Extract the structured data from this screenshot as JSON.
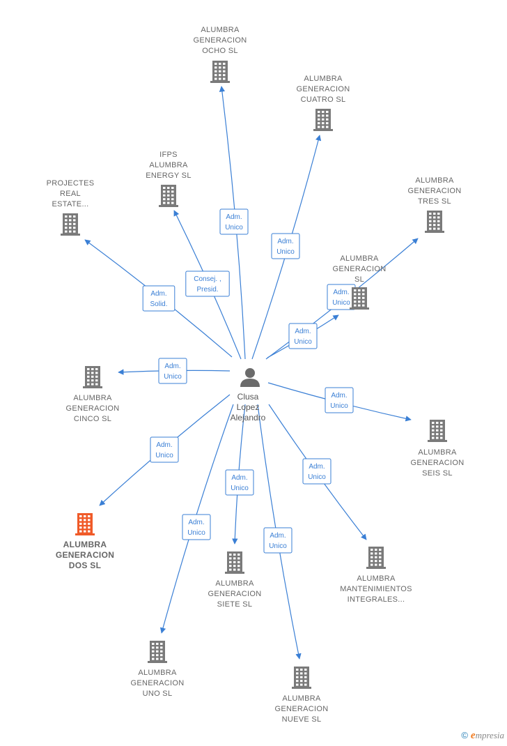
{
  "center": {
    "name_lines": [
      "Clusa",
      "Lopez",
      "Alejandro"
    ]
  },
  "nodes": [
    {
      "id": "ocho",
      "lines": [
        "ALUMBRA",
        "GENERACION",
        "OCHO  SL"
      ],
      "highlight": false,
      "role_lines": [
        "Adm.",
        "Unico"
      ]
    },
    {
      "id": "cuatro",
      "lines": [
        "ALUMBRA",
        "GENERACION",
        "CUATRO  SL"
      ],
      "highlight": false,
      "role_lines": [
        "Adm.",
        "Unico"
      ]
    },
    {
      "id": "ifps",
      "lines": [
        "IFPS",
        "ALUMBRA",
        "ENERGY  SL"
      ],
      "highlight": false,
      "role_lines": [
        "Consej. ,",
        "Presid."
      ]
    },
    {
      "id": "projectes",
      "lines": [
        "PROJECTES",
        "REAL",
        "ESTATE..."
      ],
      "highlight": false,
      "role_lines": [
        "Adm.",
        "Solid."
      ]
    },
    {
      "id": "tres",
      "lines": [
        "ALUMBRA",
        "GENERACION",
        "TRES  SL"
      ],
      "highlight": false,
      "role_lines": [
        "Adm.",
        "Unico"
      ]
    },
    {
      "id": "sl",
      "lines": [
        "ALUMBRA",
        "GENERACION",
        "SL"
      ],
      "highlight": false,
      "role_lines": [
        "Adm.",
        "Unico"
      ]
    },
    {
      "id": "cinco",
      "lines": [
        "ALUMBRA",
        "GENERACION",
        "CINCO  SL"
      ],
      "highlight": false,
      "role_lines": [
        "Adm.",
        "Unico"
      ]
    },
    {
      "id": "seis",
      "lines": [
        "ALUMBRA",
        "GENERACION",
        "SEIS  SL"
      ],
      "highlight": false,
      "role_lines": [
        "Adm.",
        "Unico"
      ]
    },
    {
      "id": "dos",
      "lines": [
        "ALUMBRA",
        "GENERACION",
        "DOS  SL"
      ],
      "highlight": true,
      "role_lines": [
        "Adm.",
        "Unico"
      ]
    },
    {
      "id": "siete",
      "lines": [
        "ALUMBRA",
        "GENERACION",
        "SIETE  SL"
      ],
      "highlight": false,
      "role_lines": [
        "Adm.",
        "Unico"
      ]
    },
    {
      "id": "mantenimientos",
      "lines": [
        "ALUMBRA",
        "MANTENIMIENTOS",
        "INTEGRALES..."
      ],
      "highlight": false,
      "role_lines": [
        "Adm.",
        "Unico"
      ]
    },
    {
      "id": "uno",
      "lines": [
        "ALUMBRA",
        "GENERACION",
        "UNO  SL"
      ],
      "highlight": false,
      "role_lines": [
        "Adm.",
        "Unico"
      ]
    },
    {
      "id": "nueve",
      "lines": [
        "ALUMBRA",
        "GENERACION",
        "NUEVE  SL"
      ],
      "highlight": false,
      "role_lines": [
        "Adm.",
        "Unico"
      ]
    }
  ],
  "colors": {
    "edge": "#3a7fd5",
    "building": "#7a7a7a",
    "building_highlight": "#f05a28",
    "person": "#6b6b6b"
  },
  "footer": {
    "copyright": "©",
    "brand_initial": "e",
    "brand_rest": "mpresia"
  }
}
